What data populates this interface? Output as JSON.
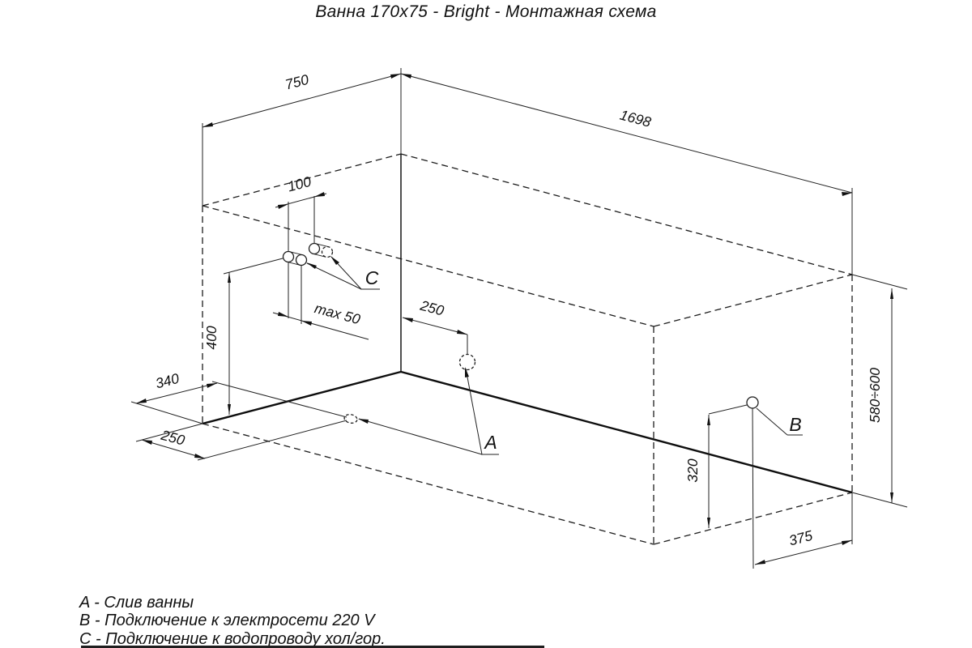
{
  "title": "Ванна 170x75 - Bright - Монтажная схема",
  "diagram": {
    "dims": {
      "width": "750",
      "length": "1698",
      "pipe_spacing": "100",
      "pipe_stub": "max 50",
      "pipe_height": "400",
      "drain_back": "340",
      "drain_side": "250",
      "drain_wall": "250",
      "outlet_height": "320",
      "outlet_offset": "375",
      "rim_height": "580÷600"
    },
    "points": {
      "drain": "A",
      "power": "B",
      "water": "C"
    }
  },
  "legend": {
    "items": [
      "A - Слив ванны",
      "B - Подключение к электросети 220 V",
      "C - Подключение к водопроводу хол/гор."
    ]
  }
}
